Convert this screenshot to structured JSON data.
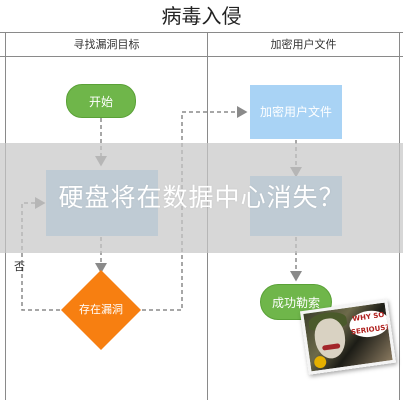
{
  "title": "病毒入侵",
  "lanes": [
    {
      "header": "寻找漏洞目标"
    },
    {
      "header": "加密用户文件"
    }
  ],
  "nodes": {
    "start": "开始",
    "decision": "存在漏洞",
    "encrypt": "加密用户文件",
    "success": "成功勒索"
  },
  "labels": {
    "no": "否"
  },
  "overlay": {
    "caption": "硬盘将在数据中心消失？"
  },
  "photo": {
    "bubble_text": "WHY SO SERIOUS?"
  },
  "colors": {
    "start_end": "#6fb64a",
    "process": "#a9d3f5",
    "decision": "#f77f11",
    "connector": "#8a8a8a"
  }
}
